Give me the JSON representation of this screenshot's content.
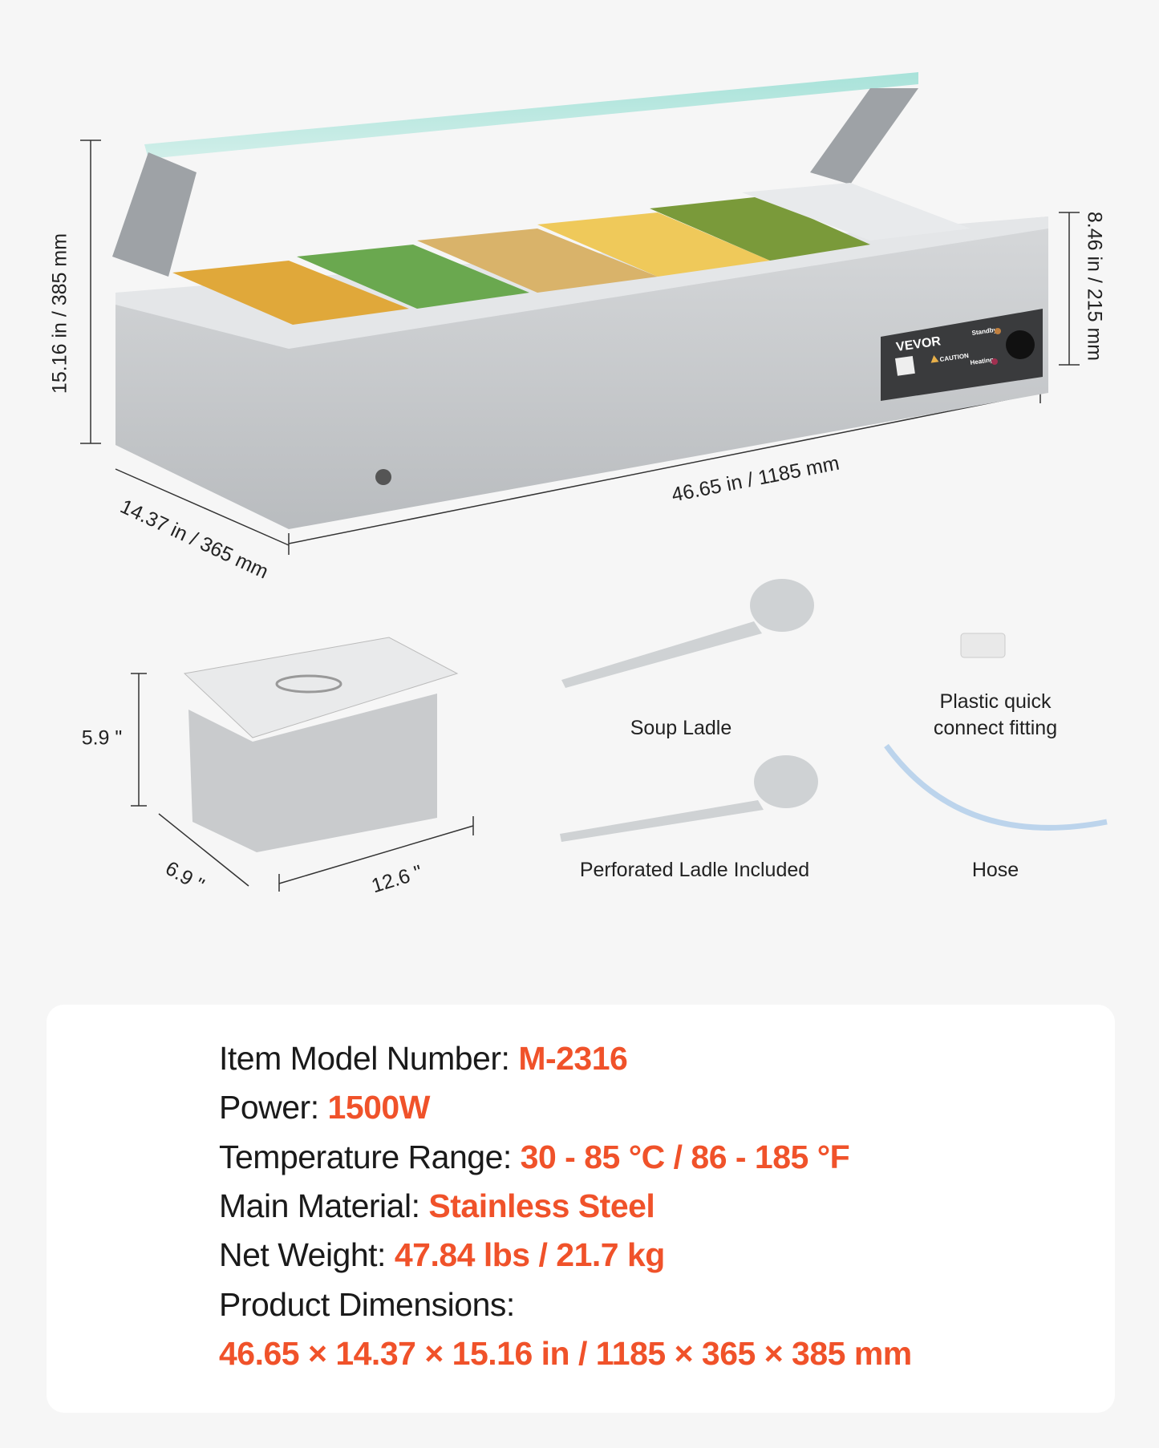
{
  "brand": "VEVOR",
  "panel": {
    "caution": "CAUTION",
    "standby": "Standby",
    "heating": "Heating"
  },
  "dimensions": {
    "height": "15.16 in / 385 mm",
    "well_height": "8.46 in / 215 mm",
    "length": "46.65 in / 1185 mm",
    "depth": "14.37 in / 365 mm"
  },
  "pan": {
    "height": "5.9 \"",
    "width": "6.9 \"",
    "length": "12.6 \""
  },
  "accessories": [
    {
      "label": "Soup Ladle"
    },
    {
      "label": "Perforated Ladle Included"
    },
    {
      "label": "Plastic quick connect fitting"
    },
    {
      "label": "Hose"
    }
  ],
  "specs": [
    {
      "label": "Item Model Number:",
      "value": "M-2316"
    },
    {
      "label": "Power:",
      "value": "1500W"
    },
    {
      "label": "Temperature Range:",
      "value": "30 - 85 °C / 86 - 185 °F"
    },
    {
      "label": "Main Material:",
      "value": "Stainless Steel"
    },
    {
      "label": "Net Weight:",
      "value": "47.84 lbs / 21.7 kg"
    },
    {
      "label": "Product Dimensions:",
      "value": ""
    },
    {
      "label": "",
      "value": "46.65 × 14.37 × 15.16 in / 1185 × 365 × 385 mm"
    }
  ],
  "colors": {
    "accent": "#f0522a",
    "background": "#f6f6f6",
    "card": "#ffffff"
  }
}
